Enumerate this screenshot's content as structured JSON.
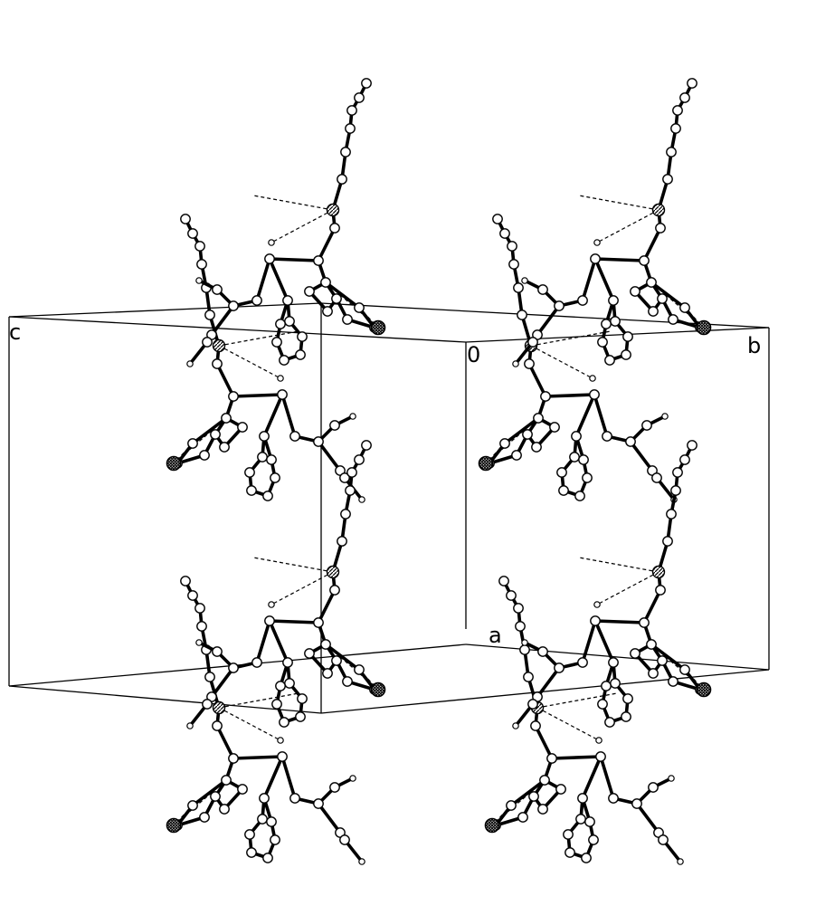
{
  "figure": {
    "axis_labels": {
      "c": "c",
      "b": "b",
      "origin": "0",
      "a": "a"
    }
  }
}
